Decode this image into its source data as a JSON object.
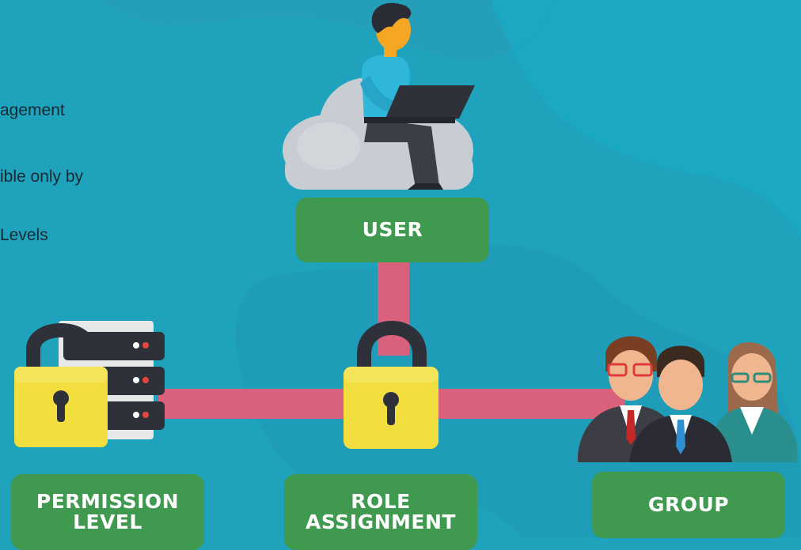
{
  "intro": {
    "line1": "agement",
    "line2": "ible only by",
    "line3": "Levels"
  },
  "nodes": {
    "user": "USER",
    "permission_level": [
      "PERMISSION",
      "LEVEL"
    ],
    "role_assignment": [
      "ROLE",
      "ASSIGNMENT"
    ],
    "group": "GROUP"
  },
  "colors": {
    "background": "#1fa3bd",
    "label_box": "#3f9a4f",
    "connector": "#d9617b",
    "lock_body": "#f2de3e",
    "cloud": "#c7cdd3"
  },
  "icons": [
    "user-laptop-icon",
    "cloud-icon",
    "server-lock-icon",
    "padlock-icon",
    "people-group-icon"
  ]
}
